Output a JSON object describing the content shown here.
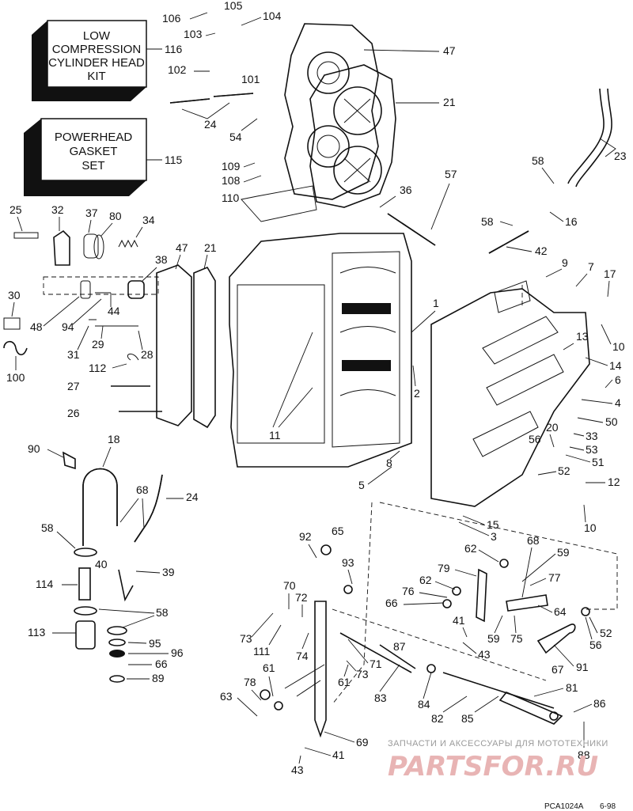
{
  "kits": [
    {
      "lines": [
        "LOW",
        "COMPRESSION",
        "CYLINDER HEAD",
        "KIT"
      ],
      "ref": "116"
    },
    {
      "lines": [
        "POWERHEAD",
        "GASKET",
        "SET"
      ],
      "ref": "115"
    }
  ],
  "callouts": [
    {
      "id": "c106",
      "text": "106"
    },
    {
      "id": "c105",
      "text": "105"
    },
    {
      "id": "c104",
      "text": "104"
    },
    {
      "id": "c103",
      "text": "103"
    },
    {
      "id": "c102",
      "text": "102"
    },
    {
      "id": "c101",
      "text": "101"
    },
    {
      "id": "c47a",
      "text": "47"
    },
    {
      "id": "c21a",
      "text": "21"
    },
    {
      "id": "c24a",
      "text": "24"
    },
    {
      "id": "c54",
      "text": "54"
    },
    {
      "id": "c23",
      "text": "23"
    },
    {
      "id": "c109",
      "text": "109"
    },
    {
      "id": "c108",
      "text": "108"
    },
    {
      "id": "c110",
      "text": "110"
    },
    {
      "id": "c36",
      "text": "36"
    },
    {
      "id": "c57",
      "text": "57"
    },
    {
      "id": "c58a",
      "text": "58"
    },
    {
      "id": "c16",
      "text": "16"
    },
    {
      "id": "c58b",
      "text": "58"
    },
    {
      "id": "c42",
      "text": "42"
    },
    {
      "id": "c25",
      "text": "25"
    },
    {
      "id": "c32",
      "text": "32"
    },
    {
      "id": "c37",
      "text": "37"
    },
    {
      "id": "c80",
      "text": "80"
    },
    {
      "id": "c34",
      "text": "34"
    },
    {
      "id": "c38",
      "text": "38"
    },
    {
      "id": "c47b",
      "text": "47"
    },
    {
      "id": "c21b",
      "text": "21"
    },
    {
      "id": "c9",
      "text": "9"
    },
    {
      "id": "c7",
      "text": "7"
    },
    {
      "id": "c17",
      "text": "17"
    },
    {
      "id": "c30",
      "text": "30"
    },
    {
      "id": "c48",
      "text": "48"
    },
    {
      "id": "c94",
      "text": "94"
    },
    {
      "id": "c44",
      "text": "44"
    },
    {
      "id": "c1",
      "text": "1"
    },
    {
      "id": "c10a",
      "text": "10"
    },
    {
      "id": "c13",
      "text": "13"
    },
    {
      "id": "c31",
      "text": "31"
    },
    {
      "id": "c29",
      "text": "29"
    },
    {
      "id": "c28",
      "text": "28"
    },
    {
      "id": "c100",
      "text": "100"
    },
    {
      "id": "c112",
      "text": "112"
    },
    {
      "id": "c14",
      "text": "14"
    },
    {
      "id": "c27",
      "text": "27"
    },
    {
      "id": "c2",
      "text": "2"
    },
    {
      "id": "c6",
      "text": "6"
    },
    {
      "id": "c4",
      "text": "4"
    },
    {
      "id": "c26",
      "text": "26"
    },
    {
      "id": "c11",
      "text": "11"
    },
    {
      "id": "c50",
      "text": "50"
    },
    {
      "id": "c20",
      "text": "20"
    },
    {
      "id": "c33",
      "text": "33"
    },
    {
      "id": "c53",
      "text": "53"
    },
    {
      "id": "c56a",
      "text": "56"
    },
    {
      "id": "c51",
      "text": "51"
    },
    {
      "id": "c90",
      "text": "90"
    },
    {
      "id": "c18",
      "text": "18"
    },
    {
      "id": "c8",
      "text": "8"
    },
    {
      "id": "c52a",
      "text": "52"
    },
    {
      "id": "c5",
      "text": "5"
    },
    {
      "id": "c12",
      "text": "12"
    },
    {
      "id": "c68a",
      "text": "68"
    },
    {
      "id": "c24b",
      "text": "24"
    },
    {
      "id": "c15",
      "text": "15"
    },
    {
      "id": "c10b",
      "text": "10"
    },
    {
      "id": "c58c",
      "text": "58"
    },
    {
      "id": "c92",
      "text": "92"
    },
    {
      "id": "c65",
      "text": "65"
    },
    {
      "id": "c3",
      "text": "3"
    },
    {
      "id": "c62a",
      "text": "62"
    },
    {
      "id": "c68b",
      "text": "68"
    },
    {
      "id": "c59a",
      "text": "59"
    },
    {
      "id": "c40",
      "text": "40"
    },
    {
      "id": "c39",
      "text": "39"
    },
    {
      "id": "c93",
      "text": "93"
    },
    {
      "id": "c79",
      "text": "79"
    },
    {
      "id": "c77",
      "text": "77"
    },
    {
      "id": "c114",
      "text": "114"
    },
    {
      "id": "c70",
      "text": "70"
    },
    {
      "id": "c62b",
      "text": "62"
    },
    {
      "id": "c76",
      "text": "76"
    },
    {
      "id": "c72",
      "text": "72"
    },
    {
      "id": "c66a",
      "text": "66"
    },
    {
      "id": "c64",
      "text": "64"
    },
    {
      "id": "c58d",
      "text": "58"
    },
    {
      "id": "c41a",
      "text": "41"
    },
    {
      "id": "c52b",
      "text": "52"
    },
    {
      "id": "c113",
      "text": "113"
    },
    {
      "id": "c73a",
      "text": "73"
    },
    {
      "id": "c59b",
      "text": "59"
    },
    {
      "id": "c75",
      "text": "75"
    },
    {
      "id": "c56b",
      "text": "56"
    },
    {
      "id": "c43a",
      "text": "43"
    },
    {
      "id": "c95",
      "text": "95"
    },
    {
      "id": "c111",
      "text": "111"
    },
    {
      "id": "c74",
      "text": "74"
    },
    {
      "id": "c71",
      "text": "71"
    },
    {
      "id": "c87",
      "text": "87"
    },
    {
      "id": "c91",
      "text": "91"
    },
    {
      "id": "c96",
      "text": "96"
    },
    {
      "id": "c66b",
      "text": "66"
    },
    {
      "id": "c61a",
      "text": "61"
    },
    {
      "id": "c73b",
      "text": "73"
    },
    {
      "id": "c67",
      "text": "67"
    },
    {
      "id": "c89",
      "text": "89"
    },
    {
      "id": "c78",
      "text": "78"
    },
    {
      "id": "c61b",
      "text": "61"
    },
    {
      "id": "c81",
      "text": "81"
    },
    {
      "id": "c63",
      "text": "63"
    },
    {
      "id": "c83",
      "text": "83"
    },
    {
      "id": "c84",
      "text": "84"
    },
    {
      "id": "c86",
      "text": "86"
    },
    {
      "id": "c82",
      "text": "82"
    },
    {
      "id": "c85",
      "text": "85"
    },
    {
      "id": "c69",
      "text": "69"
    },
    {
      "id": "c41b",
      "text": "41"
    },
    {
      "id": "c88",
      "text": "88"
    },
    {
      "id": "c43b",
      "text": "43"
    }
  ],
  "watermark": {
    "tagline": "ЗАПЧАСТИ И АКСЕССУАРЫ ДЛЯ МОТОТЕХНИКИ",
    "brand": "PARTSFOR.RU"
  },
  "footer": {
    "code": "PCA1024A",
    "date": "6-98"
  }
}
